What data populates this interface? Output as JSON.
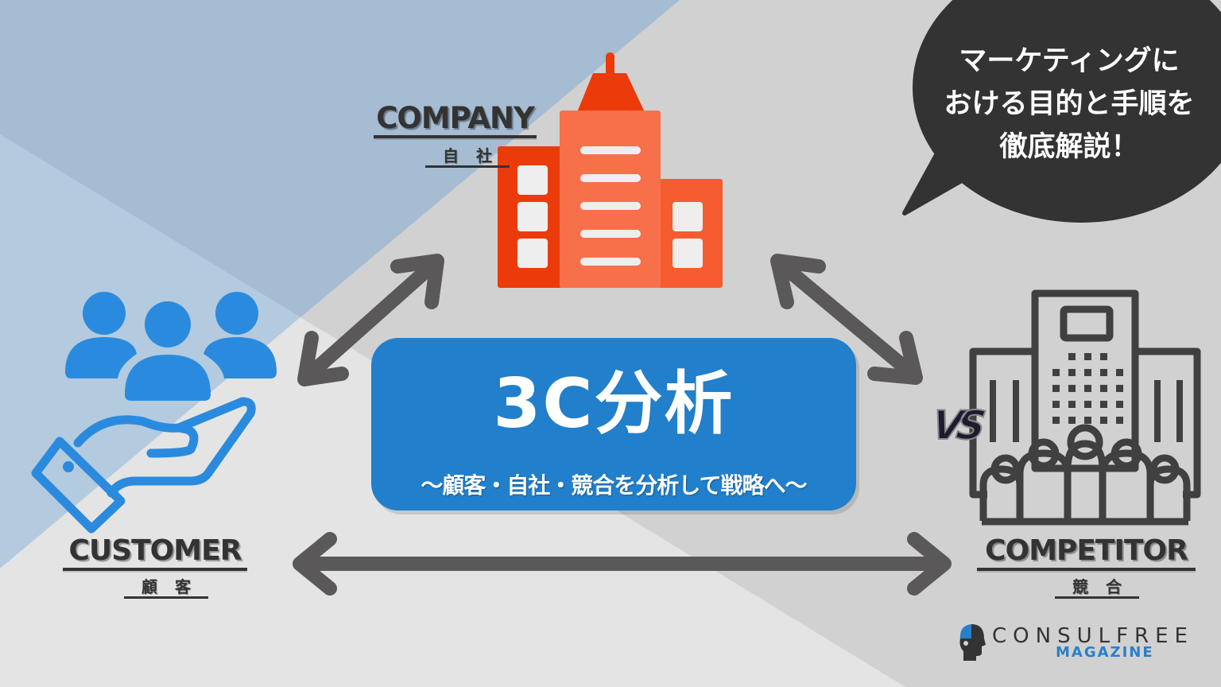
{
  "title": "3C分析",
  "subtitle": "〜顧客・自社・競合を分析して戦略へ〜",
  "bubble": {
    "lines": [
      "マーケティングに",
      "おける目的と手順を",
      "徹底解説！"
    ]
  },
  "nodes": {
    "company": {
      "en": "COMPANY",
      "jp": "自社",
      "icon": "office-building-icon"
    },
    "customer": {
      "en": "CUSTOMER",
      "jp": "顧客",
      "icon": "customers-in-hand-icon"
    },
    "competitor": {
      "en": "COMPETITOR",
      "jp": "競合",
      "icon": "competitor-building-crowd-icon",
      "badge": "VS"
    }
  },
  "arrows": [
    {
      "from": "customer",
      "to": "company",
      "type": "bidirectional"
    },
    {
      "from": "company",
      "to": "competitor",
      "type": "bidirectional"
    },
    {
      "from": "customer",
      "to": "competitor",
      "type": "bidirectional"
    }
  ],
  "logo": {
    "top": "CONSULFREE",
    "bottom": "MAGAZINE"
  },
  "colors": {
    "bg_dark_blue": "#a5bcd2",
    "bg_light_blue": "#b3cadf",
    "bg_light_gray": "#e4e4e4",
    "bg_mid_gray": "#d1d1d1",
    "center_box": "#217fcb",
    "bubble": "#333333",
    "arrow": "#5a5859",
    "customer_icon": "#2a8bde",
    "company_main": "#f8704a",
    "company_dark": "#ec3b0a",
    "company_right": "#f75c30",
    "competitor_icon": "#404040",
    "logo_accent": "#2a7fc9"
  }
}
